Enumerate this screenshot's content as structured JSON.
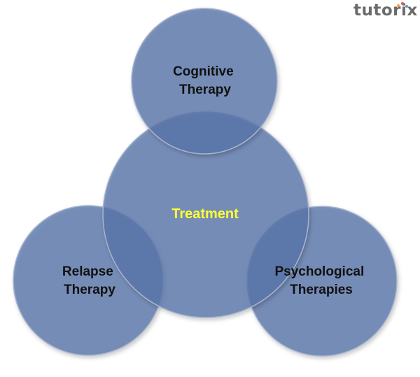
{
  "brand": {
    "logo_text": "tutorix",
    "logo_color": "#6b6b6b",
    "accent_colors": [
      "#f2a23a",
      "#e05a4e",
      "#5aa0d8"
    ]
  },
  "diagram": {
    "center": {
      "label": "Treatment",
      "label_color": "#ffff33"
    },
    "nodes": [
      {
        "id": "top",
        "lines": [
          "Cognitive",
          "Therapy"
        ]
      },
      {
        "id": "left",
        "lines": [
          "Relapse",
          "Therapy"
        ]
      },
      {
        "id": "right",
        "lines": [
          "Psychological",
          "Therapies"
        ]
      }
    ],
    "colors": {
      "circle_fill": "#5672a8",
      "circle_stroke": "#9aa9c8",
      "label_color": "#111111"
    }
  }
}
